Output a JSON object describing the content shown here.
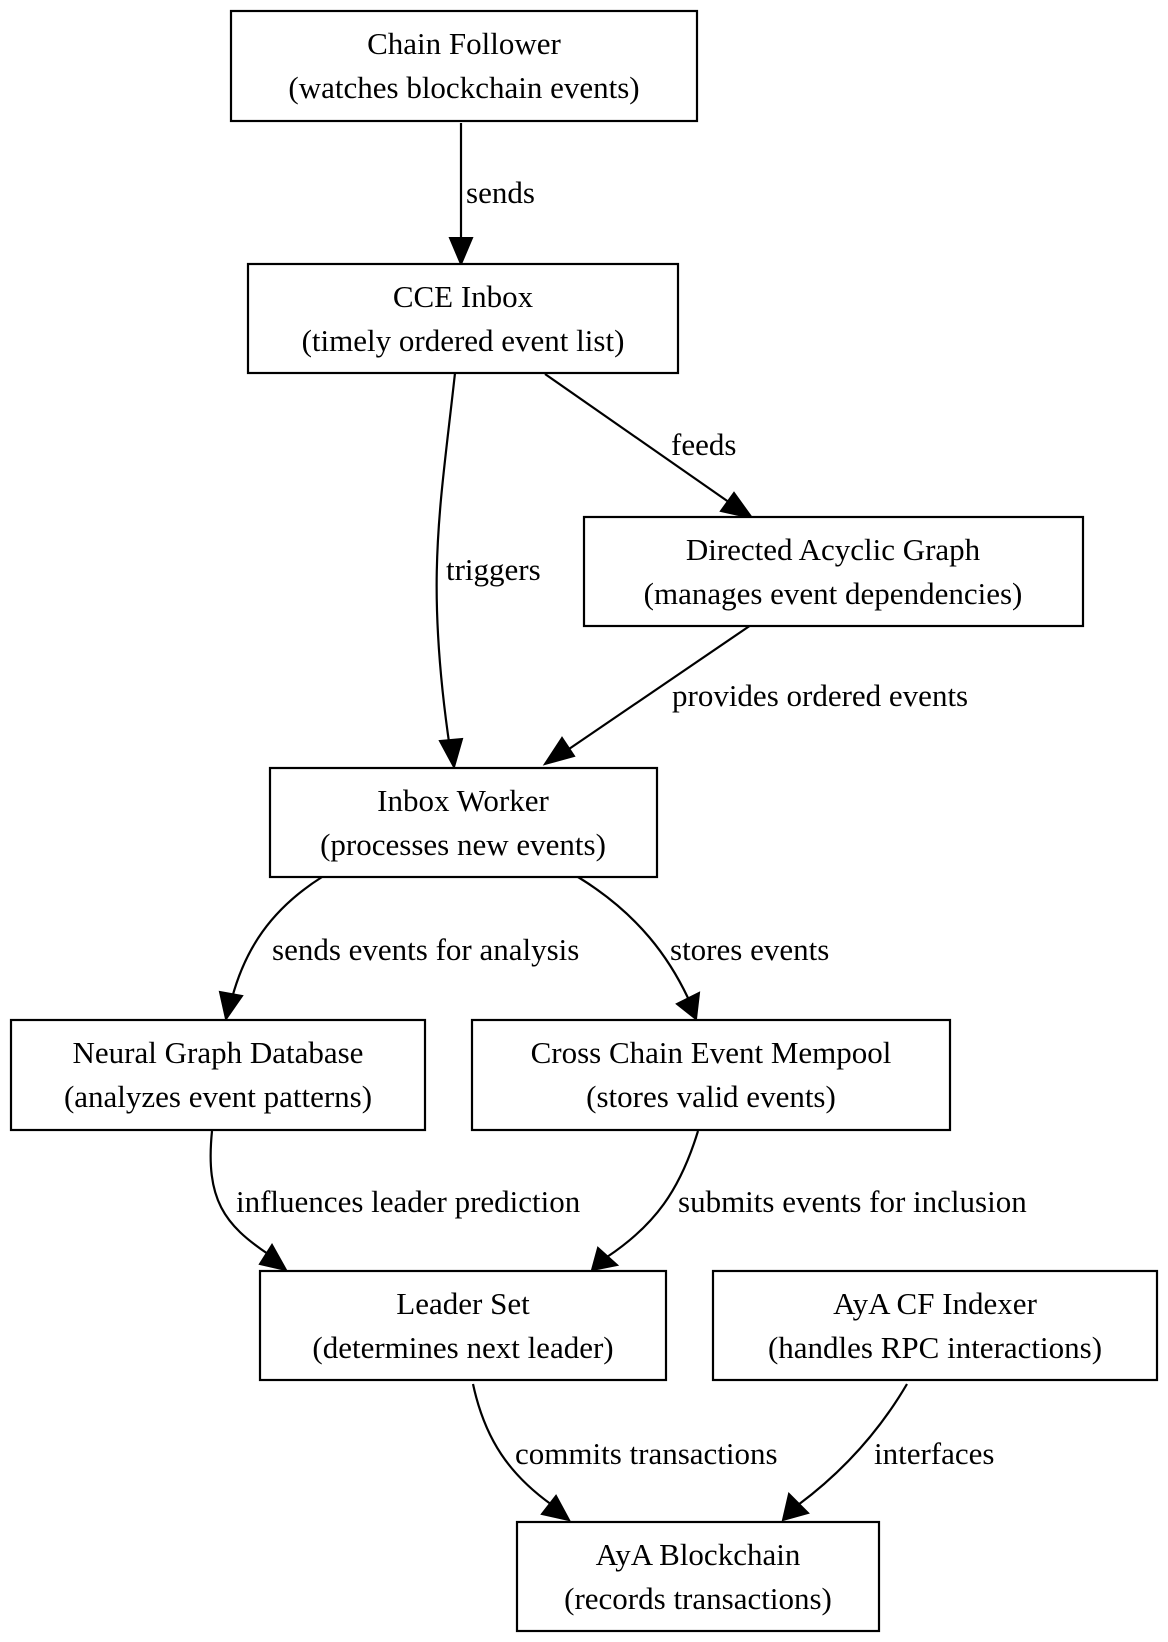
{
  "diagram": {
    "nodes": {
      "chain_follower": {
        "title": "Chain Follower",
        "subtitle": "(watches blockchain events)"
      },
      "cce_inbox": {
        "title": "CCE Inbox",
        "subtitle": "(timely ordered event list)"
      },
      "dag": {
        "title": "Directed Acyclic Graph",
        "subtitle": "(manages event dependencies)"
      },
      "inbox_worker": {
        "title": "Inbox Worker",
        "subtitle": "(processes new events)"
      },
      "neural_graph_db": {
        "title": "Neural Graph Database",
        "subtitle": "(analyzes event patterns)"
      },
      "cross_chain_mempool": {
        "title": "Cross Chain Event Mempool",
        "subtitle": "(stores valid events)"
      },
      "leader_set": {
        "title": "Leader Set",
        "subtitle": "(determines next leader)"
      },
      "aya_cf_indexer": {
        "title": "AyA CF Indexer",
        "subtitle": "(handles RPC interactions)"
      },
      "aya_blockchain": {
        "title": "AyA Blockchain",
        "subtitle": "(records transactions)"
      }
    },
    "edges": {
      "follower_to_inbox": "sends",
      "inbox_to_worker": "triggers",
      "inbox_to_dag": "feeds",
      "dag_to_worker": "provides ordered events",
      "worker_to_neural": "sends events for analysis",
      "worker_to_mempool": "stores events",
      "neural_to_leader": "influences leader prediction",
      "mempool_to_leader": "submits events for inclusion",
      "leader_to_blockchain": "commits transactions",
      "indexer_to_blockchain": "interfaces"
    }
  }
}
